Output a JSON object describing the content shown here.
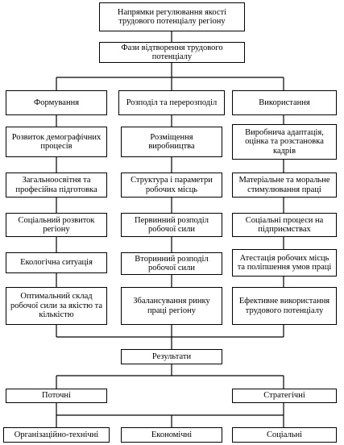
{
  "title": "Напрямки регулювання якості\nтрудового потенціалу регіону",
  "phases": "Фази відтворення трудового\nпотенціалу",
  "columns": [
    {
      "header": "Формування",
      "items": [
        "Розвиток демографічних\nпроцесів",
        "Загальноосвітня та\nпрофесійна підготовка",
        "Соціальний розвиток\nрегіону",
        "Екологічна ситуація",
        "Оптимальний склад\nробочої сили за якістю та\nкількістю"
      ]
    },
    {
      "header": "Розподіл та перерозподіл",
      "items": [
        "Розміщення\nвиробництва",
        "Структура і параметри\nробочих місць",
        "Первинний розподіл\nробочої сили",
        "Вторинний розподіл\nробочої сили",
        "Збалансування ринку\nпраці регіону"
      ]
    },
    {
      "header": "Використання",
      "items": [
        "Виробнича адаптація,\nоцінка та розстановка\nкадрів",
        "Матеріальне та моральне\nстимулювання праці",
        "Соціальні процеси на\nпідприємствах",
        "Атестація робочих місць\nта поліпшення умов праці",
        "Ефективне використання\nтрудового потенціалу"
      ]
    }
  ],
  "results": "Результати",
  "result_types": [
    "Поточні",
    "Стратегічні"
  ],
  "result_categories": [
    "Організаційно-технічні",
    "Економічні",
    "Соціальні"
  ]
}
